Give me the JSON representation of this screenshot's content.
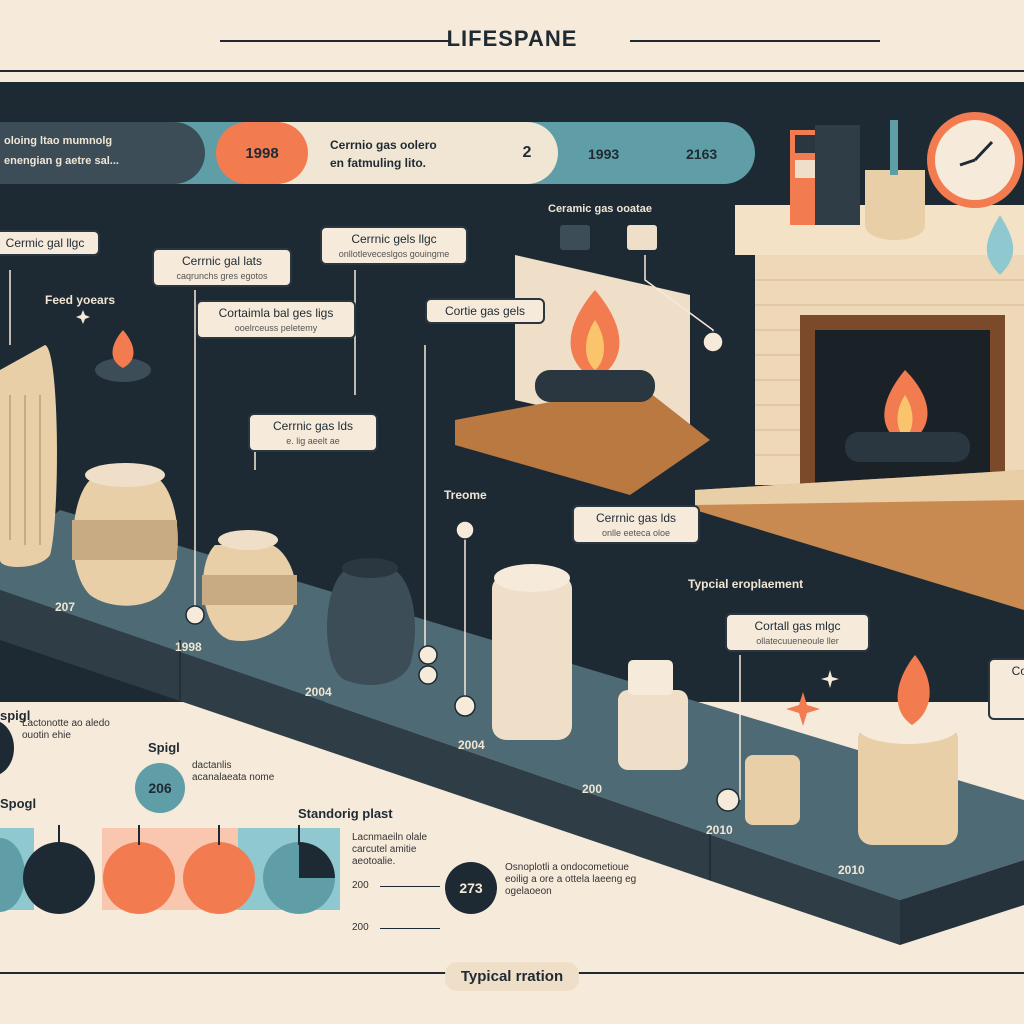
{
  "header": {
    "title": "LIFESPANE"
  },
  "top_bar": {
    "left_text_1": "oloing ltao mumnolg",
    "left_text_2": "enengian g aetre sal...",
    "badge_1": "1998",
    "mid_text_1": "Cerrnio gas oolero",
    "mid_text_2": "en fatmuling lito.",
    "badge_2": "2",
    "year_a": "1993",
    "year_b": "2163"
  },
  "callouts": [
    {
      "title": "Cermic gal llgc",
      "sub": ""
    },
    {
      "title": "Cerrnic gal lats",
      "sub": "caqrunchs gres egotos"
    },
    {
      "title": "Cerrnic gels llgc",
      "sub": "onllotleveceslgos gouingme"
    },
    {
      "title": "Cortaimla bal ges ligs",
      "sub": "ooelrceuss peletemy"
    },
    {
      "title": "Cortie gas gels",
      "sub": ""
    },
    {
      "title": "Cerrnic gas lds",
      "sub": "e. lig aeelt ae"
    },
    {
      "title": "Cerrnic gas lds",
      "sub": "onlle eeteca oloe"
    },
    {
      "title": "Cortall gas mlgc",
      "sub": "ollatecuueneoule ller"
    },
    {
      "title": "Cort",
      "sub": ""
    }
  ],
  "labels": {
    "feed_years": "Feed yoears",
    "ceramic_gas": "Ceramic gas ooatae",
    "treome": "Treome",
    "typical_replacement": "Typcial eroplaement",
    "standing_plast": "Standorig plast",
    "spigl_1": "spigl",
    "spigl_2": "Spigl",
    "spogl": "Spogl"
  },
  "years": {
    "y207": "207",
    "y1998": "1998",
    "y2004a": "2004",
    "y2004b": "2004",
    "y200": "200",
    "y2010a": "2010",
    "y2010b": "2010"
  },
  "bottom": {
    "badge_206": "206",
    "badge_273": "273",
    "legend_200a": "200",
    "legend_200b": "200",
    "text_left": "Lactonotte ao aledo ouotin ehie",
    "text_spigl": "dactanlis acanalaeata nome",
    "text_standing": "Lacnmaeiln olale carcutel amitie aeotoalie.",
    "text_273": "Osnoplotli a ondocometioue eoilig a ore a ottela laeeng eg ogelaoeon",
    "caption": "Typical rration"
  },
  "colors": {
    "dark": "#1e2a33",
    "teal": "#5f9ea6",
    "orange": "#f27b50",
    "cream": "#f6eadb"
  }
}
